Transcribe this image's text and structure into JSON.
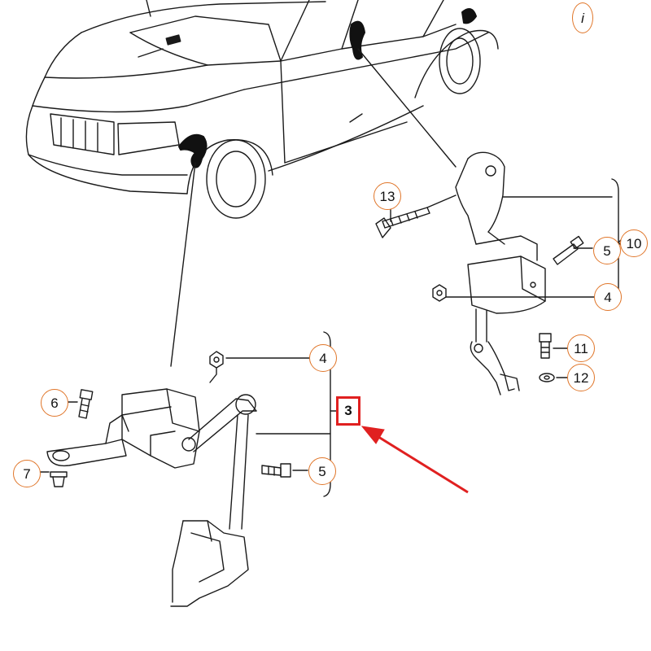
{
  "diagram": {
    "highlight_color": "#e02020",
    "callout_border_color": "#e0762a",
    "line_color": "#1a1a1a"
  },
  "callouts": {
    "info": "i",
    "c13": "13",
    "c5_upper": "5",
    "c10": "10",
    "c4_upper": "4",
    "c11": "11",
    "c12": "12",
    "c4_lower": "4",
    "c3": "3",
    "c6": "6",
    "c5_lower": "5",
    "c7": "7"
  }
}
